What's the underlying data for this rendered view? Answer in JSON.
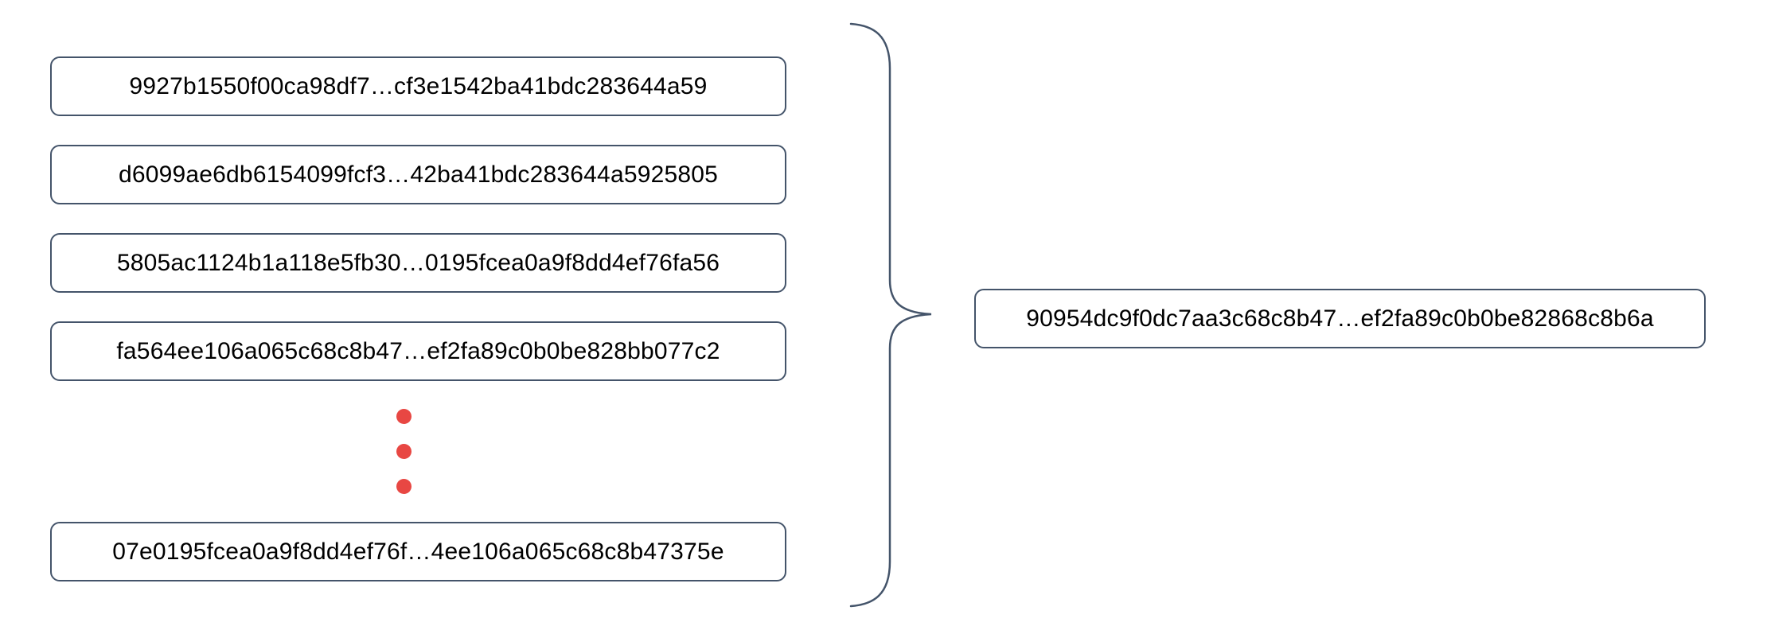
{
  "colors": {
    "stroke": "#44546a",
    "dot": "#e84743",
    "text": "#000000",
    "background": "#ffffff"
  },
  "diagram": {
    "description": "Five input hash blocks combined by a curly brace into one result hash block",
    "left_items": [
      {
        "text": "9927b1550f00ca98df7…cf3e1542ba41bdc283644a59"
      },
      {
        "text": "d6099ae6db6154099fcf3…42ba41bdc283644a5925805"
      },
      {
        "text": "5805ac1124b1a118e5fb30…0195fcea0a9f8dd4ef76fa56"
      },
      {
        "text": "fa564ee106a065c68c8b47…ef2fa89c0b0be828bb077c2"
      },
      {
        "text": "07e0195fcea0a9f8dd4ef76f…4ee106a065c68c8b47375e"
      }
    ],
    "ellipsis_dot_count": 3,
    "result": {
      "text": "90954dc9f0dc7aa3c68c8b47…ef2fa89c0b0be82868c8b6a"
    }
  }
}
